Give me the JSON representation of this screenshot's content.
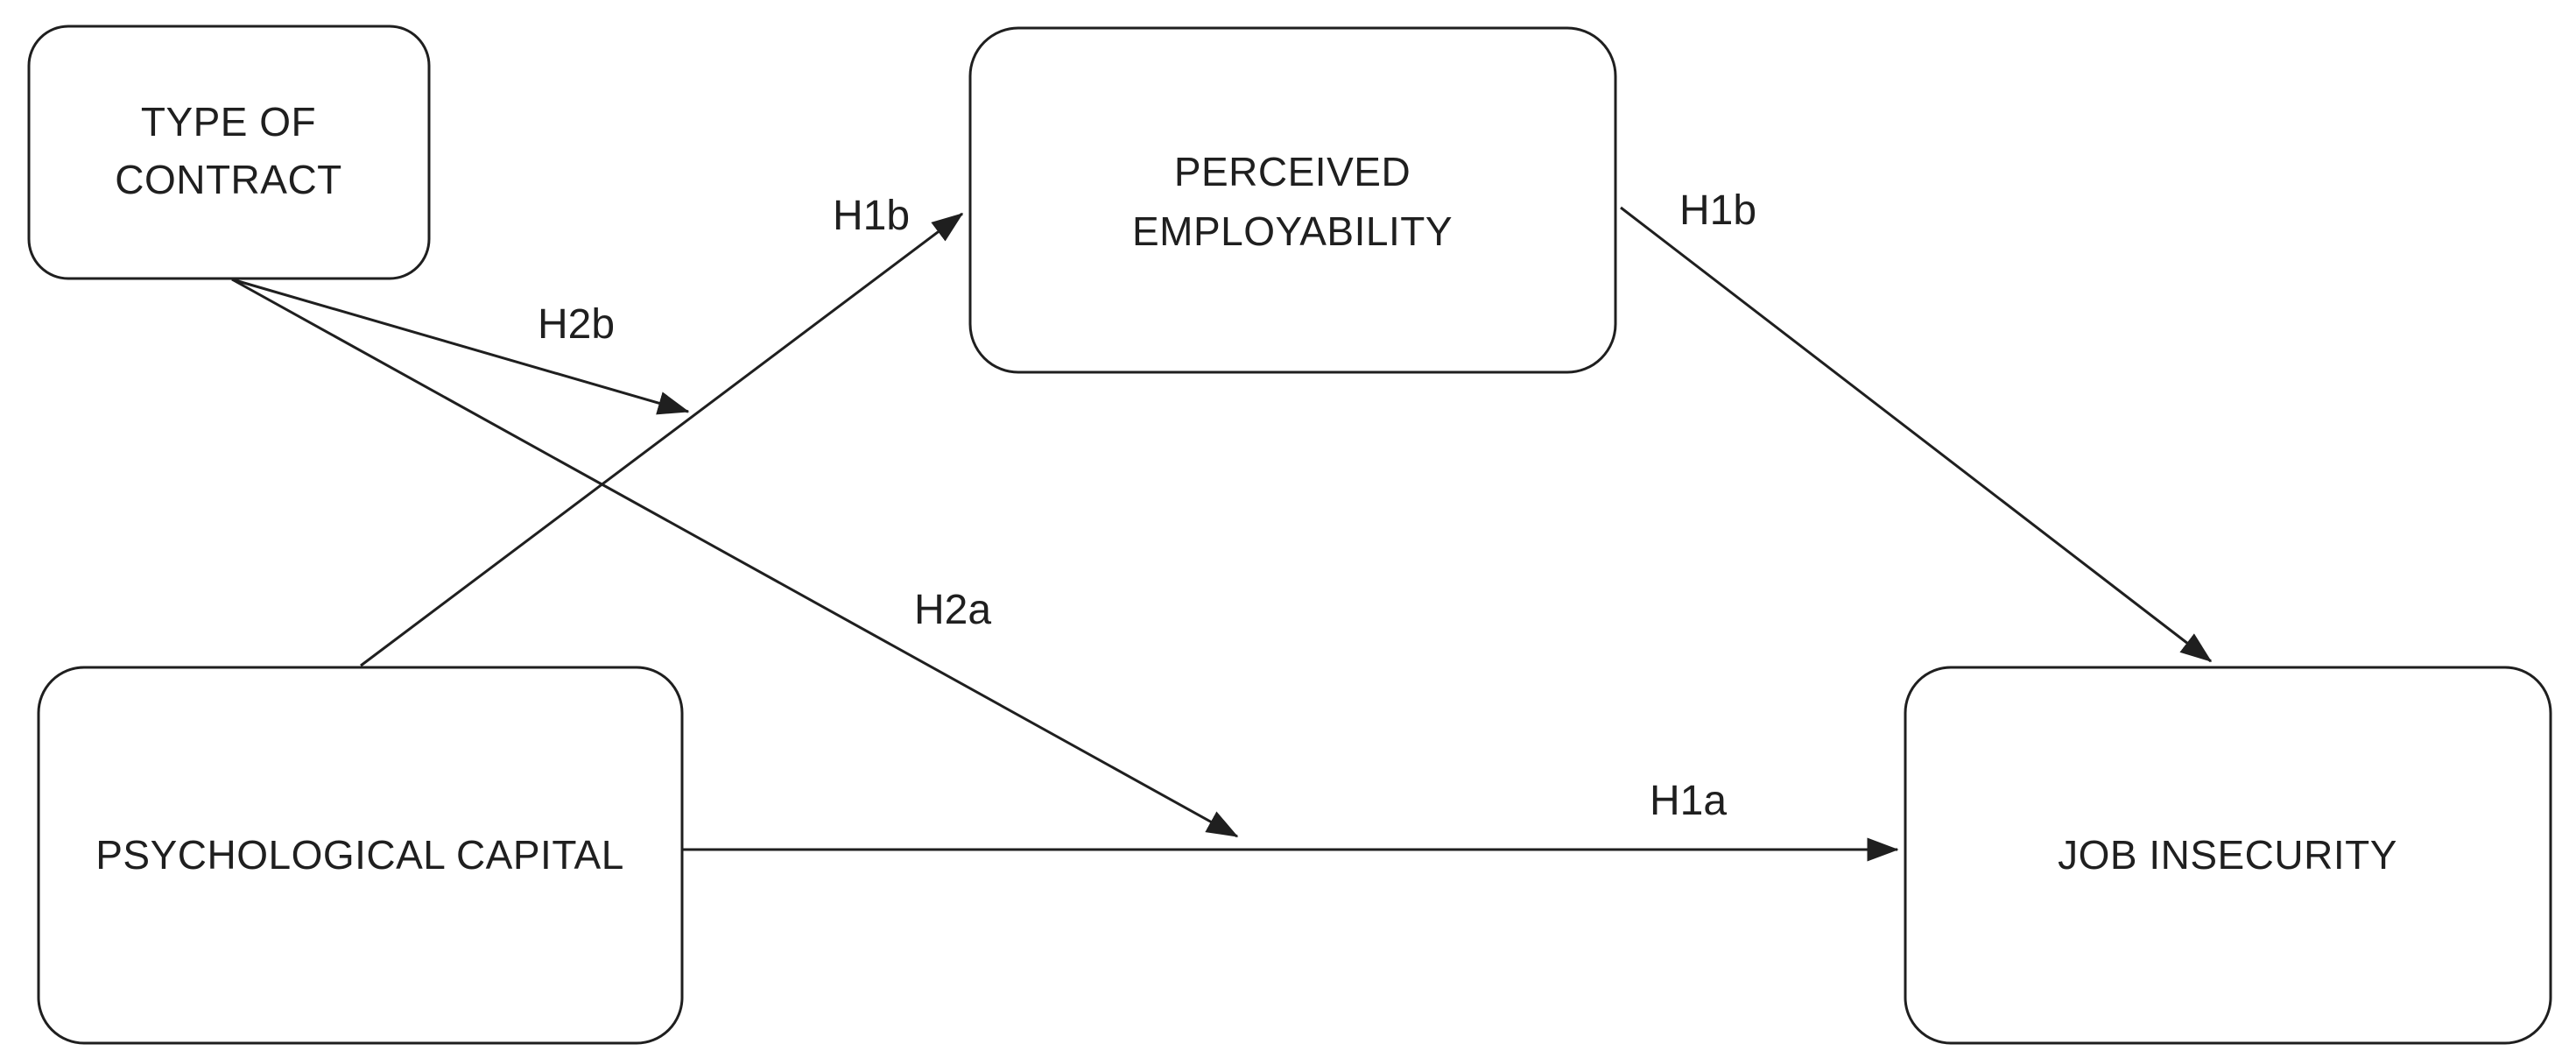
{
  "diagram": {
    "background_color": "#ffffff",
    "line_color": "#1f1f1f",
    "text_color": "#1f1f1f",
    "nodes": [
      {
        "id": "type-of-contract",
        "lines": [
          "TYPE OF",
          "CONTRACT"
        ]
      },
      {
        "id": "perceived-employability",
        "lines": [
          "PERCEIVED",
          "EMPLOYABILITY"
        ]
      },
      {
        "id": "psychological-capital",
        "lines": [
          "PSYCHOLOGICAL CAPITAL"
        ]
      },
      {
        "id": "job-insecurity",
        "lines": [
          "JOB INSECURITY"
        ]
      }
    ],
    "edges": [
      {
        "id": "h1b-psycap-to-perceived",
        "label": "H1b",
        "from": "psychological-capital",
        "to": "perceived-employability"
      },
      {
        "id": "h1b-perceived-to-jobinsec",
        "label": "H1b",
        "from": "perceived-employability",
        "to": "job-insecurity"
      },
      {
        "id": "h1a-psycap-to-jobinsec",
        "label": "H1a",
        "from": "psychological-capital",
        "to": "job-insecurity"
      },
      {
        "id": "h2b-contract-moderates-h1b",
        "label": "H2b",
        "from": "type-of-contract",
        "to": "h1b-psycap-to-perceived"
      },
      {
        "id": "h2a-contract-moderates-h1a",
        "label": "H2a",
        "from": "type-of-contract",
        "to": "h1a-psycap-to-jobinsec"
      }
    ]
  }
}
